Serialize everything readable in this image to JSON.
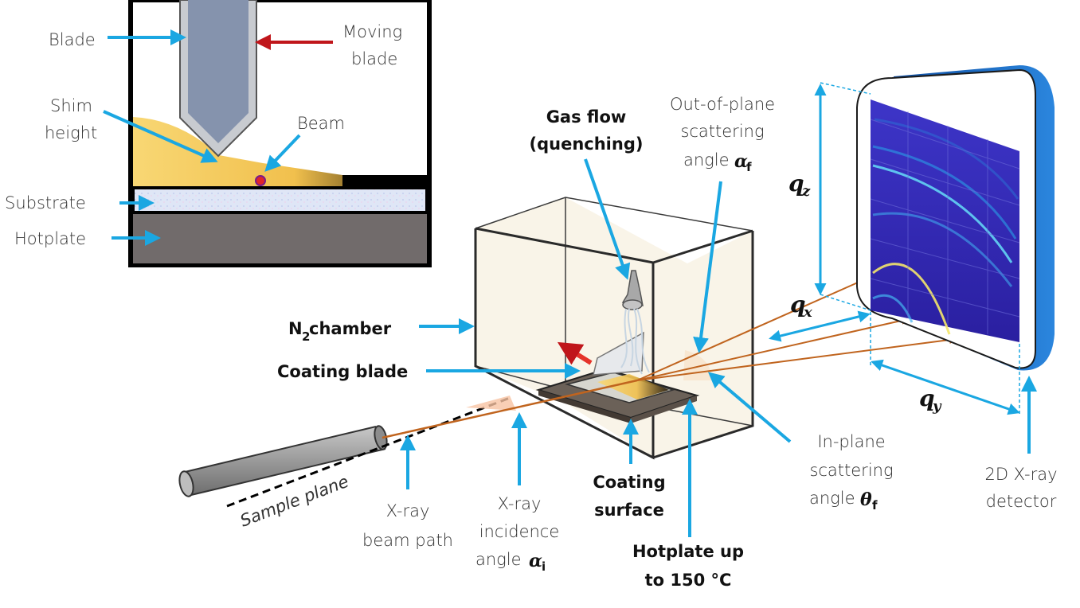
{
  "inset": {
    "blade": "Blade",
    "moving_blade_1": "Moving",
    "moving_blade_2": "blade",
    "shim_1": "Shim",
    "shim_2": "height",
    "beam": "Beam",
    "substrate": "Substrate",
    "hotplate": "Hotplate"
  },
  "setup": {
    "gas_flow_1": "Gas flow",
    "gas_flow_2": "(quenching)",
    "oop_1": "Out-of-plane",
    "oop_2": "scattering",
    "oop_3": "angle",
    "oop_sym": "α",
    "oop_sub": "f",
    "n2_pre": "N",
    "n2_sub": "2",
    "n2_post": " chamber",
    "coating_blade": "Coating blade",
    "coating_surface_1": "Coating",
    "coating_surface_2": "surface",
    "hotplate_1": "Hotplate up",
    "hotplate_2": "to 150 °C",
    "inplane_1": "In-plane",
    "inplane_2": "scattering",
    "inplane_3": "angle",
    "inplane_sym": "θ",
    "inplane_sub": "f",
    "sample_plane": "Sample plane",
    "beam_path_1": "X-ray",
    "beam_path_2": "beam path",
    "incidence_1": "X-ray",
    "incidence_2": "incidence",
    "incidence_3": "angle",
    "incidence_sym": "α",
    "incidence_sub": "i",
    "detector_1": "2D X-ray",
    "detector_2": "detector",
    "qz": "q",
    "qz_sub": "z",
    "qx": "q",
    "qx_sub": "x",
    "qy": "q",
    "qy_sub": "y"
  },
  "colors": {
    "arrow_blue": "#1aa7e2",
    "arrow_red": "#c0161b",
    "beam_orange": "#c0641e",
    "detector_blue": "#1a66c2",
    "solution_yellow": "#f6c85a"
  }
}
